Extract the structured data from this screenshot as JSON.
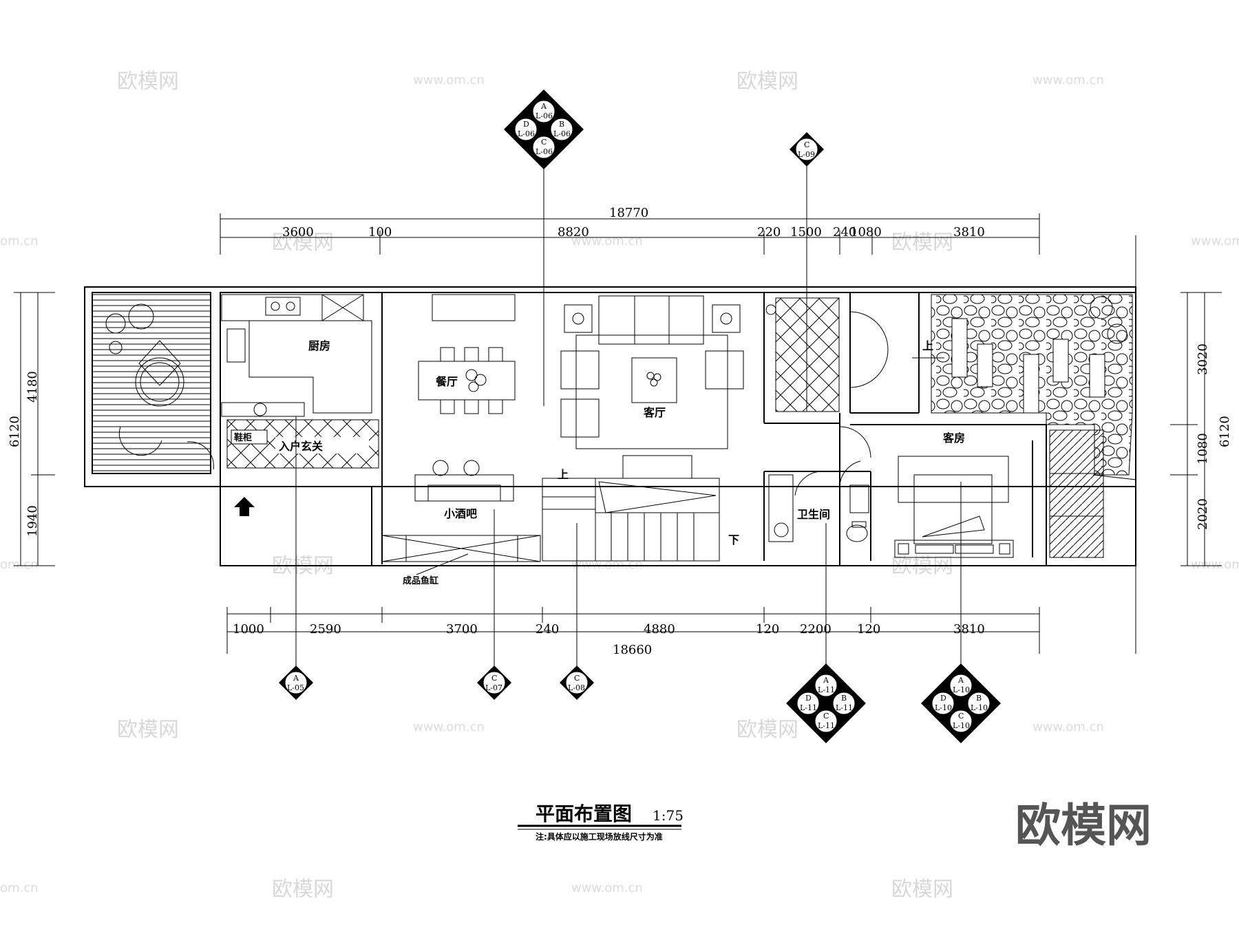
{
  "title": "平面布置图",
  "scale": "1:75",
  "note": "注:具体应以施工现场放线尺寸为准",
  "brand": "欧模网",
  "watermark": {
    "logo": "欧模网",
    "url": "www.om.cn",
    "url_partial": "om.cn"
  },
  "rooms": {
    "kitchen": "厨房",
    "dining": "餐厅",
    "living": "客厅",
    "entry": "入户玄关",
    "shoe": "鞋柜",
    "bar": "小酒吧",
    "bath": "卫生间",
    "guest": "客房",
    "fish": "成品鱼缸",
    "up1": "上",
    "up2": "上",
    "down": "下"
  },
  "dims_top": {
    "total": "18770",
    "segments": [
      "3600",
      "100",
      "8820",
      "220",
      "1500",
      "240",
      "1080",
      "3810"
    ]
  },
  "dims_bottom": {
    "total": "18660",
    "segments": [
      "1000",
      "2590",
      "3700",
      "240",
      "4880",
      "120",
      "2200",
      "120",
      "3810"
    ]
  },
  "dims_left": {
    "total": "6120",
    "parts": [
      "4180",
      "1940"
    ]
  },
  "dims_right": {
    "total": "6120",
    "parts": [
      "3020",
      "1080",
      "2020"
    ]
  },
  "markers": {
    "m1": {
      "top": "A",
      "top_ref": "L-06",
      "left": "D",
      "left_ref": "L-06",
      "right": "B",
      "right_ref": "L-06",
      "bottom": "C",
      "bottom_ref": "L-06"
    },
    "m2": {
      "letter": "C",
      "ref": "L-09"
    },
    "m3": {
      "letter": "A",
      "ref": "L-05"
    },
    "m4": {
      "letter": "C",
      "ref": "L-07"
    },
    "m5": {
      "letter": "C",
      "ref": "L-08"
    },
    "m6": {
      "top": "A",
      "top_ref": "L-11",
      "left": "D",
      "left_ref": "L-11",
      "right": "B",
      "right_ref": "L-11",
      "bottom": "C",
      "bottom_ref": "L-11"
    },
    "m7": {
      "top": "A",
      "top_ref": "L-10",
      "left": "D",
      "left_ref": "L-10",
      "right": "B",
      "right_ref": "L-10",
      "bottom": "C",
      "bottom_ref": "L-10"
    }
  },
  "colors": {
    "ink": "#000000",
    "watermark": "#d8d8d8",
    "brand": "#555555"
  }
}
